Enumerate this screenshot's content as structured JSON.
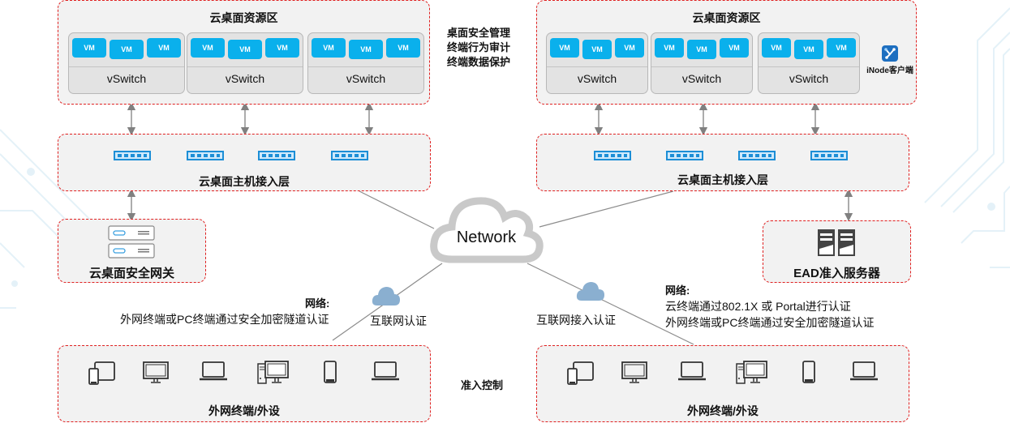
{
  "left": {
    "resource_zone": {
      "title": "云桌面资源区",
      "groups": [
        {
          "vms": [
            "VM",
            "VM",
            "VM"
          ],
          "switch": "vSwitch"
        },
        {
          "vms": [
            "VM",
            "VM",
            "VM"
          ],
          "switch": "vSwitch"
        },
        {
          "vms": [
            "VM",
            "VM",
            "VM"
          ],
          "switch": "vSwitch"
        }
      ]
    },
    "access_layer": {
      "title": "云桌面主机接入层",
      "switch_count": 4
    },
    "gateway": {
      "title": "云桌面安全网关"
    },
    "network_note": {
      "heading": "网络:",
      "lines": [
        "外网终端或PC终端通过安全加密隧道认证"
      ]
    },
    "cloud_label": "互联网认证",
    "terminals": {
      "title": "外网终端/外设",
      "devices": [
        "tablet-phone-icon",
        "monitor-icon",
        "laptop-icon",
        "desktop-pc-icon",
        "smartphone-icon",
        "laptop-icon"
      ]
    }
  },
  "center": {
    "features": [
      "桌面安全管理",
      "终端行为审计",
      "终端数据保护"
    ],
    "network_cloud": "Network",
    "access_control": "准入控制"
  },
  "right": {
    "resource_zone": {
      "title": "云桌面资源区",
      "groups": [
        {
          "vms": [
            "VM",
            "VM",
            "VM"
          ],
          "switch": "vSwitch"
        },
        {
          "vms": [
            "VM",
            "VM",
            "VM"
          ],
          "switch": "vSwitch"
        },
        {
          "vms": [
            "VM",
            "VM",
            "VM"
          ],
          "switch": "vSwitch"
        }
      ],
      "client": "iNode客户端"
    },
    "access_layer": {
      "title": "云桌面主机接入层",
      "switch_count": 4
    },
    "ead_server": {
      "title": "EAD准入服务器"
    },
    "network_note": {
      "heading": "网络:",
      "lines": [
        "云终端通过802.1X 或 Portal进行认证",
        "外网终端或PC终端通过安全加密隧道认证"
      ]
    },
    "cloud_label": "互联网接入认证",
    "terminals": {
      "title": "外网终端/外设",
      "devices": [
        "tablet-phone-icon",
        "monitor-icon",
        "laptop-icon",
        "desktop-pc-icon",
        "smartphone-icon",
        "laptop-icon"
      ]
    }
  },
  "colors": {
    "vm": "#0ab0ec",
    "zone_border": "#e02020",
    "switch": "#1c8ed6",
    "cloud": "#8aafd0",
    "zone_bg": "#f2f2f2"
  }
}
